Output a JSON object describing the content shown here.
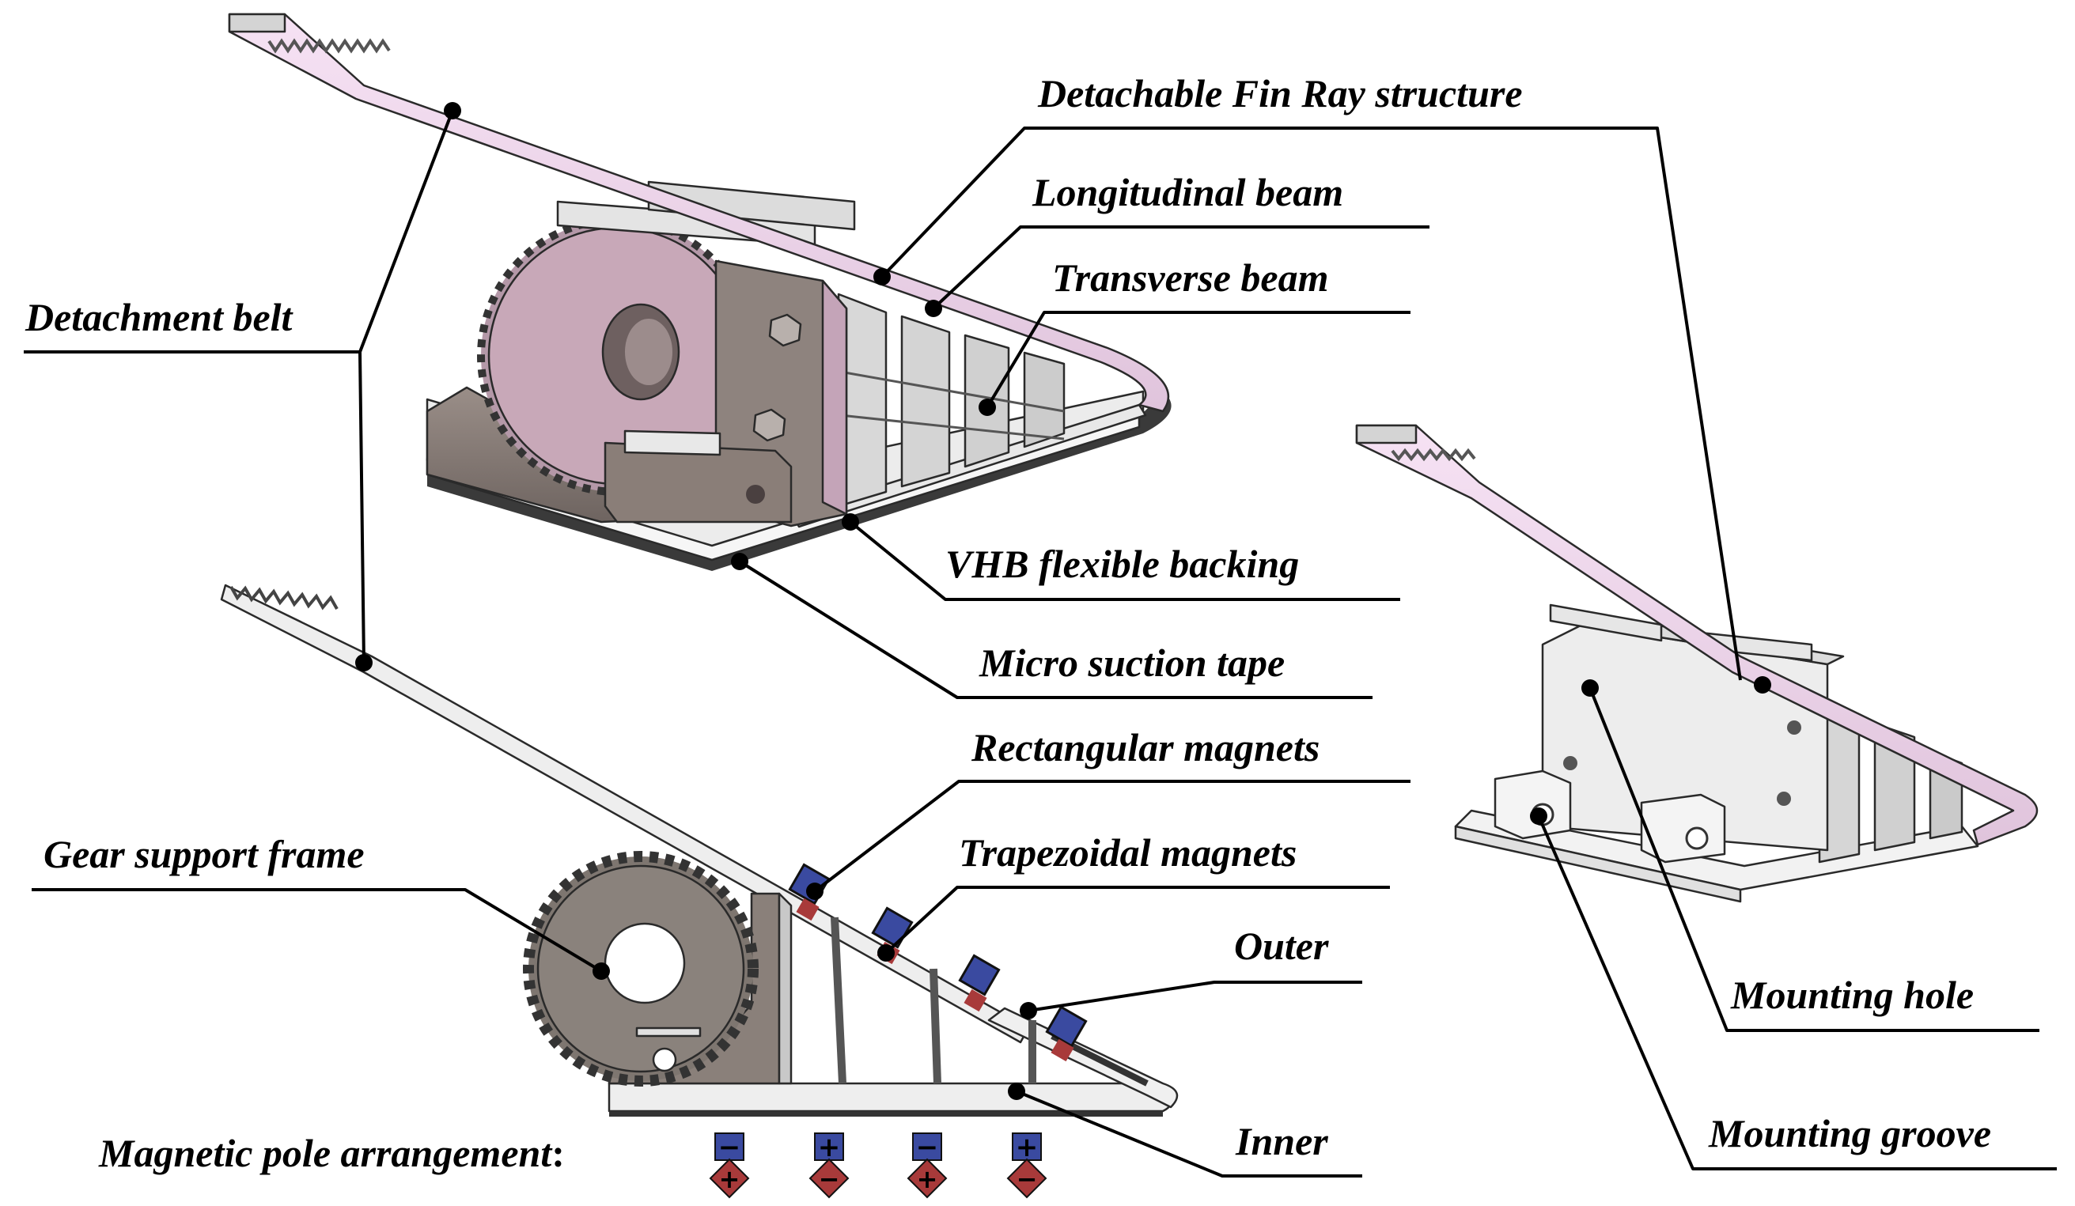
{
  "labels": {
    "detachable_fin_ray_structure": "Detachable Fin Ray structure",
    "longitudinal_beam": "Longitudinal beam",
    "transverse_beam": "Transverse beam",
    "detachment_belt": "Detachment belt",
    "vhb_flexible_backing": "VHB flexible backing",
    "micro_suction_tape": "Micro suction tape",
    "rectangular_magnets": "Rectangular magnets",
    "trapezoidal_magnets": "Trapezoidal magnets",
    "gear_support_frame": "Gear support frame",
    "outer": "Outer",
    "inner": "Inner",
    "mounting_hole": "Mounting hole",
    "mounting_groove": "Mounting groove",
    "magnetic_pole_arrangement": "Magnetic pole arrangement",
    "colon": ":"
  },
  "pole_arrangement": [
    {
      "top": "−",
      "bottom": "+"
    },
    {
      "top": "+",
      "bottom": "−"
    },
    {
      "top": "−",
      "bottom": "+"
    },
    {
      "top": "+",
      "bottom": "−"
    }
  ],
  "colors": {
    "gear": "#c4a4b4",
    "frame": "#8a807a",
    "fin_ray_outer": "#ebd4eb",
    "beam": "#e0e0e0",
    "backing": "#f4f4f4",
    "tape": "#3a3a3a",
    "magnet_top": "#3a4aa0",
    "magnet_bottom": "#a83a3a"
  }
}
